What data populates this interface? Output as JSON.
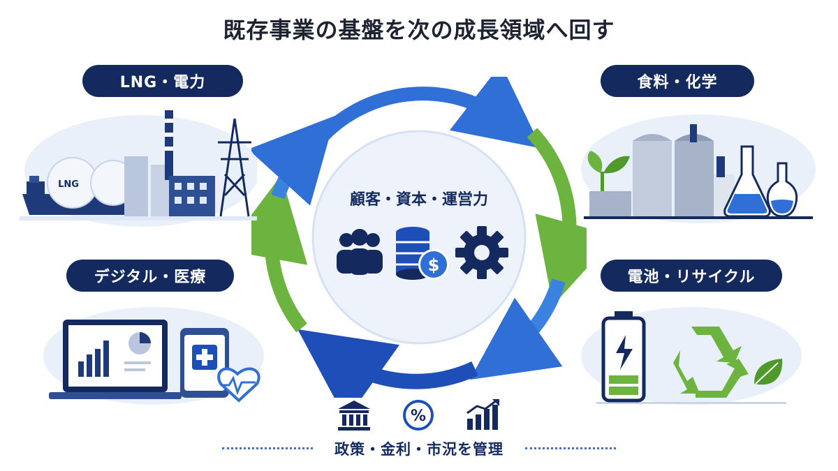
{
  "title": "既存事業の基盤を次の成長領域へ回す",
  "segments": {
    "top_left": "LNG・電力",
    "top_right": "食料・化学",
    "bottom_left": "デジタル・医療",
    "bottom_right": "電池・リサイクル"
  },
  "center": {
    "label": "顧客・資本・運営力",
    "icons": [
      "people-icon",
      "coin-stack-dollar-icon",
      "gear-icon"
    ]
  },
  "ship_label": "LNG",
  "currency_symbol": "$",
  "percent_symbol": "%",
  "bottom": {
    "label": "政策・金利・市況を管理",
    "icons": [
      "bank-icon",
      "percent-icon",
      "growth-chart-icon"
    ]
  },
  "colors": {
    "navy": "#142a5e",
    "blue_arrow": "#2f6fd6",
    "green_arrow": "#6cb33f",
    "light_bg": "#eaf0fa"
  }
}
